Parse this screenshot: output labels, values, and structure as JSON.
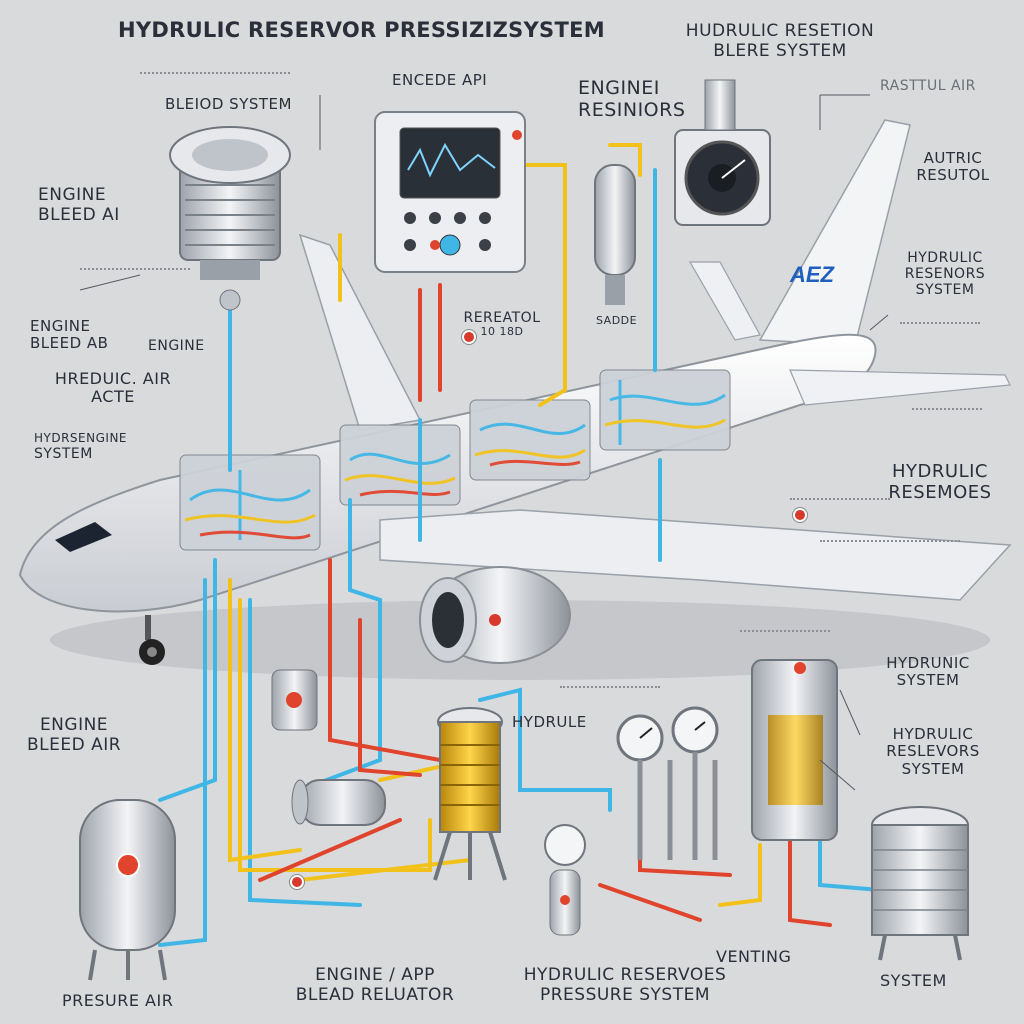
{
  "title": "HYDRULIC RESERVOR PRESSIZIZSYSTEM",
  "labels": {
    "top_right_1": "HUDRULIC RESETION",
    "top_right_2": "BLERE SYSTEM",
    "bleed_system": "BLEIOD SYSTEM",
    "encede_api": "ENCEDE API",
    "engine_resniors_1": "ENGINEI",
    "engine_resniors_2": "RESINIORS",
    "rustul_air": "RASTTUL AIR",
    "engine_bleed_air_1": "ENGINE",
    "engine_bleed_air_2": "BLEED AI",
    "autric": "AUTRIC",
    "resutol": "RESUTOL",
    "engine_bleed_ab_1": "ENGINE",
    "engine_bleed_ab_2": "BLEED AB",
    "engine": "ENGINE",
    "hreduic_air_1": "HREDUIC. AIR",
    "hreduic_air_2": "ACTE",
    "hydrsengine": "HYDRSENGINE",
    "system_left": "SYSTEM",
    "rereatol": "REREATOL",
    "rereatol_sub": "10 18D",
    "hydrulic_resenors_r1": "HYDRULIC",
    "hydrulic_resenors_r2": "RESENORS",
    "hydrulic_resenors_r3": "SYSTEM",
    "hydrulic_resevies_1": "HYDRULIC",
    "hydrulic_resevies_2": "RESEMOES",
    "sadde": "SADDE",
    "hydrunic_system_1": "HYDRUNIC",
    "hydrunic_system_2": "SYSTEM",
    "hydrulic_reslevors_1": "HYDRULIC",
    "hydrulic_reslevors_2": "RESLEVORS",
    "hydrulic_reslevors_3": "SYSTEM",
    "engine_bleed_air_low_1": "ENGINE",
    "engine_bleed_air_low_2": "BLEED AIR",
    "hydrule": "HYDRULE",
    "presure_air": "PRESURE AIR",
    "engine_app_1": "ENGINE / APP",
    "engine_app_2": "BLEAD RELUATOR",
    "hydrulic_reservoes_1": "HYDRULIC RESERVOES",
    "hydrulic_reservoes_2": "PRESSURE SYSTEM",
    "venting": "VENTING",
    "system_bottom": "SYSTEM",
    "tail_logo": "AEZ"
  },
  "colors": {
    "background": "#d9dadc",
    "blue_line": "#3fb6e6",
    "yellow_line": "#f2c21b",
    "red_line": "#e0442d",
    "fuselage": "#f4f5f7",
    "tail_blue": "#1f5fbf"
  },
  "icons": [
    "fan-unit-icon",
    "control-panel-icon",
    "gauge-icon",
    "tank-icon",
    "valve-icon",
    "coil-reservoir-icon"
  ]
}
